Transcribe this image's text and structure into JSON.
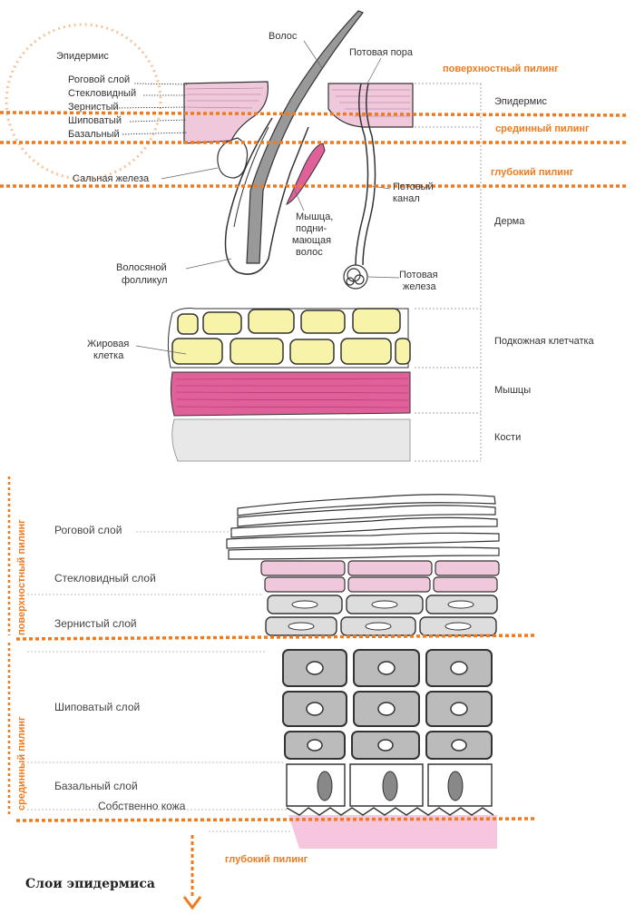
{
  "top_diagram": {
    "inset_title": "Эпидермис",
    "inset_layers": [
      "Роговой слой",
      "Стекловидный",
      "Зернистый",
      "Шиповатый",
      "Базальный"
    ],
    "hair": "Волос",
    "sweat_pore": "Потовая пора",
    "sebaceous_gland": "Сальная железа",
    "sweat_duct_1": "Потовый",
    "sweat_duct_2": "канал",
    "muscle_1": "Мышца,",
    "muscle_2": "подни-",
    "muscle_3": "мающая",
    "muscle_4": "волос",
    "hair_follicle_1": "Волосяной",
    "hair_follicle_2": "фолликул",
    "sweat_gland_1": "Потовая",
    "sweat_gland_2": "железа",
    "fat_cell_1": "Жировая",
    "fat_cell_2": "клетка",
    "right_layers": {
      "epidermis": "Эпидермис",
      "dermis": "Дерма",
      "subcutis": "Подкожная клетчатка",
      "muscles": "Мышцы",
      "bones": "Кости"
    },
    "peels": {
      "surface": "поверхностный пилинг",
      "medium": "срединный пилинг",
      "deep": "глубокий пилинг"
    }
  },
  "bottom_diagram": {
    "layers": [
      "Роговой слой",
      "Стекловидный слой",
      "Зернистый слой",
      "Шиповатый слой",
      "Базальный слой",
      "Собственно кожа"
    ],
    "vertical_surface": "поверхностный пилинг",
    "vertical_medium": "срединный пилинг",
    "deep_peel": "глубокий пилинг",
    "caption": "Слои эпидермиса"
  },
  "colors": {
    "orange": "#f07a1e",
    "epidermis_pink": "#f0c8dc",
    "muscle_magenta": "#e0609a",
    "fat_yellow": "#f7f3a8",
    "bone_gray": "#e8e8e8"
  }
}
